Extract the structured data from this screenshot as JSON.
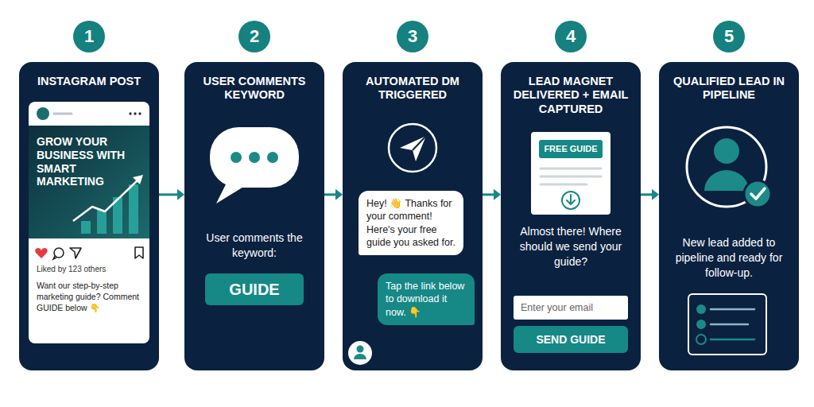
{
  "diagram": {
    "nodes": [
      {
        "text": [
          "1"
        ]
      },
      {
        "text": [
          "INSTAGRAM POST"
        ]
      },
      {
        "text": [
          "GROW YOUR BUSINESS WITH SMART MARKETING",
          "Liked by 123 others",
          "Want our step-by-step marketing guide? Comment GUIDE below 👇"
        ],
        "in": 1
      },
      {
        "text": [
          "2"
        ]
      },
      {
        "text": [
          "USER COMMENTS KEYWORD",
          "User comments the keyword:"
        ]
      },
      {
        "text": [
          "GUIDE"
        ],
        "in": 4
      },
      {
        "text": [
          "3"
        ]
      },
      {
        "text": [
          "AUTOMATED DM TRIGGERED"
        ]
      },
      {
        "text": [
          "Hey! 👋 Thanks for your comment! Here's your free guide you asked for."
        ],
        "in": 7
      },
      {
        "text": [
          "Tap the link below to download it now. 👇"
        ],
        "in": 7
      },
      {
        "text": [
          "4"
        ]
      },
      {
        "text": [
          "LEAD MAGNET DELIVERED + EMAIL CAPTURED",
          "Almost there! Where should we send your guide?"
        ]
      },
      {
        "text": [
          "FREE GUIDE"
        ],
        "in": 11
      },
      {
        "text": [
          "Enter your email"
        ],
        "in": 11
      },
      {
        "text": [
          "SEND GUIDE"
        ],
        "in": 11
      },
      {
        "text": [
          "5"
        ]
      },
      {
        "text": [
          "QUALIFIED LEAD IN PIPELINE",
          "New lead added to pipeline and ready for follow-up."
        ]
      }
    ],
    "edges": [
      {
        "from": 1,
        "to": 4,
        "arrow": "to"
      },
      {
        "from": 4,
        "to": 7,
        "arrow": "to"
      },
      {
        "from": 7,
        "to": 11,
        "arrow": "to"
      },
      {
        "from": 11,
        "to": 16,
        "arrow": "to"
      }
    ]
  }
}
